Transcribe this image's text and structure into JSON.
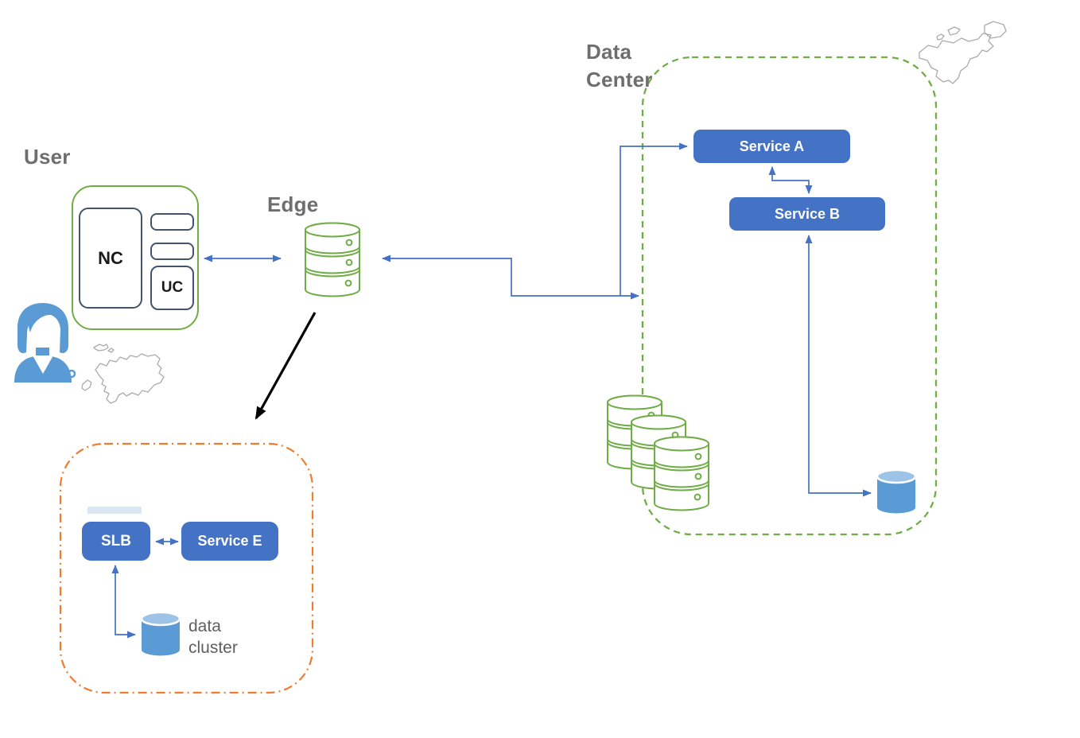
{
  "diagram": {
    "labels": {
      "user": "User",
      "edge": "Edge",
      "data_center": "Data Center",
      "data_cluster": "data cluster"
    },
    "nodes": {
      "nc": "NC",
      "uc": "UC",
      "service_a": "Service A",
      "service_b": "Service B",
      "slb": "SLB",
      "service_e": "Service E"
    },
    "icons": [
      "user-person-icon",
      "edge-database-stack-icon",
      "datacenter-database-stack-icons",
      "datacenter-storage-cylinder-icon",
      "data-cluster-cylinder-icon",
      "europe-map-outline",
      "north-america-map-outline"
    ],
    "colors": {
      "service_box_blue": "#4472C4",
      "connector_blue": "#4472C4",
      "green_outline": "#70AD47",
      "orange_outline": "#ED7D31",
      "cylinder_body_blue": "#5B9BD5",
      "cylinder_top_blue": "#9DC3E6",
      "label_gray": "#6E6E6E",
      "map_gray": "#ABABAB",
      "node_outline_navy": "#44546A",
      "black_arrow": "#000000"
    },
    "connections": [
      {
        "from": "User",
        "to": "Edge",
        "type": "bidirectional-arrow"
      },
      {
        "from": "Edge",
        "to": "Data Center",
        "type": "bidirectional-elbow-arrow"
      },
      {
        "from": "Data Center entry",
        "to": "Service A",
        "type": "arrow"
      },
      {
        "from": "Service A",
        "to": "Service B",
        "type": "bidirectional-elbow-arrow"
      },
      {
        "from": "Service B",
        "to": "storage cylinder",
        "type": "bidirectional-elbow-arrow"
      },
      {
        "from": "Edge",
        "to": "edge data cluster zone",
        "type": "black-arrow"
      },
      {
        "from": "SLB",
        "to": "Service E",
        "type": "bidirectional-arrow"
      },
      {
        "from": "SLB",
        "to": "data cluster",
        "type": "bidirectional-elbow-arrow"
      }
    ]
  }
}
